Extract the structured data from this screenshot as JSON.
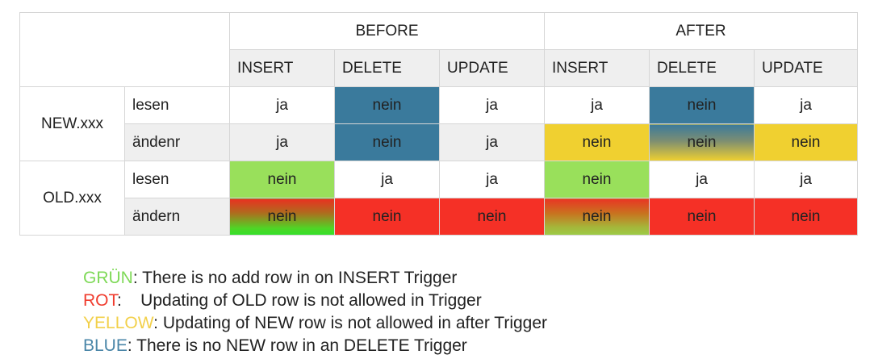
{
  "table": {
    "groups": [
      "BEFORE",
      "AFTER"
    ],
    "sub_headers": [
      "INSERT",
      "DELETE",
      "UPDATE",
      "INSERT",
      "DELETE",
      "UPDATE"
    ],
    "rows": [
      {
        "group": "NEW.xxx",
        "label": "lesen",
        "cells": [
          "ja",
          "nein",
          "ja",
          "ja",
          "nein",
          "ja"
        ]
      },
      {
        "group": "NEW.xxx",
        "label": "ändenr",
        "cells": [
          "ja",
          "nein",
          "ja",
          "nein",
          "nein",
          "nein"
        ]
      },
      {
        "group": "OLD.xxx",
        "label": "lesen",
        "cells": [
          "nein",
          "ja",
          "ja",
          "nein",
          "ja",
          "ja"
        ]
      },
      {
        "group": "OLD.xxx",
        "label": "ändern",
        "cells": [
          "nein",
          "nein",
          "nein",
          "nein",
          "nein",
          "nein"
        ]
      }
    ],
    "row_groups": [
      "NEW.xxx",
      "OLD.xxx"
    ]
  },
  "legend": [
    {
      "key": "GRÜN",
      "text": ": There is no add row in on INSERT Trigger",
      "color": "#7ed957"
    },
    {
      "key": "ROT",
      "text": ":    Updating of OLD row is not allowed in Trigger",
      "color": "#f03c2e"
    },
    {
      "key": "YELLOW",
      "text": ": Updating of NEW row is not allowed in after Trigger",
      "color": "#f2d04a"
    },
    {
      "key": "BLUE",
      "text": ": There is no NEW row in an DELETE Trigger",
      "color": "#4a86a8"
    }
  ],
  "colors": {
    "blue": "#3a7a9c",
    "yellow": "#f0d030",
    "green": "#99e05b",
    "red": "#f53026",
    "grey": "#efefef"
  }
}
